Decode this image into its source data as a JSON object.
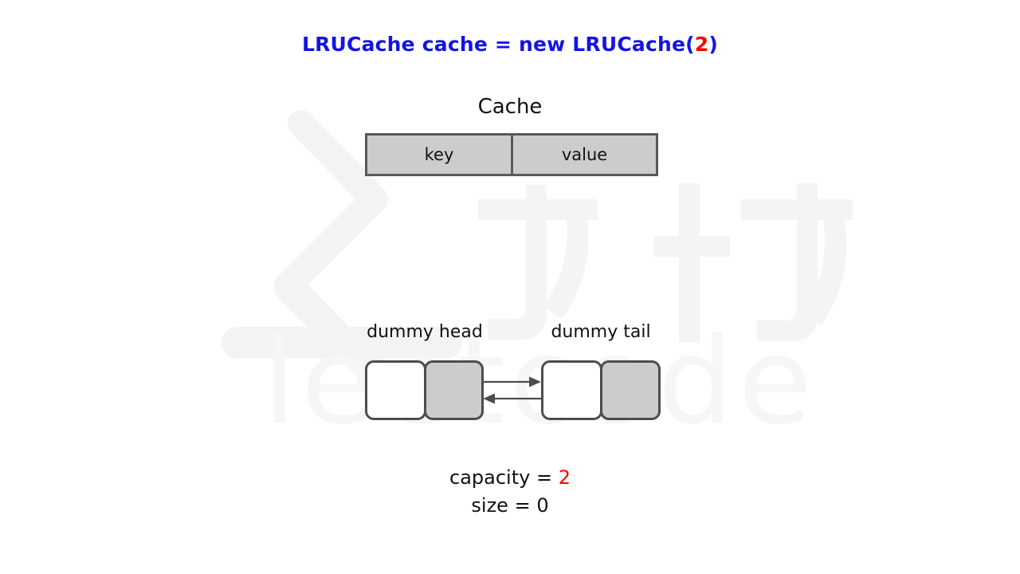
{
  "headline": {
    "prefix": "LRUCache cache = new LRUCache(",
    "capacity_arg": "2",
    "suffix": ")"
  },
  "cache_table": {
    "title": "Cache",
    "columns": [
      "key",
      "value"
    ],
    "rows": []
  },
  "linked_list": {
    "nodes": [
      {
        "label": "dummy head",
        "name": "dummy-head"
      },
      {
        "label": "dummy tail",
        "name": "dummy-tail"
      }
    ],
    "arrows": [
      {
        "direction": "right",
        "name": "next-pointer-arrow"
      },
      {
        "direction": "left",
        "name": "prev-pointer-arrow"
      }
    ]
  },
  "stats": {
    "capacity_label": "capacity = ",
    "capacity_value": "2",
    "size_label": "size = ",
    "size_value": "0"
  },
  "watermark": {
    "cn_text": "力扣",
    "en_text": "leetcode"
  },
  "colors": {
    "headline_blue": "#1414e6",
    "value_red": "#ff0000",
    "box_border": "#4d4d4d",
    "table_border": "#595959",
    "gray_fill": "#cccccc",
    "text": "#111111",
    "watermark": "#f4f4f4",
    "background": "#ffffff"
  }
}
